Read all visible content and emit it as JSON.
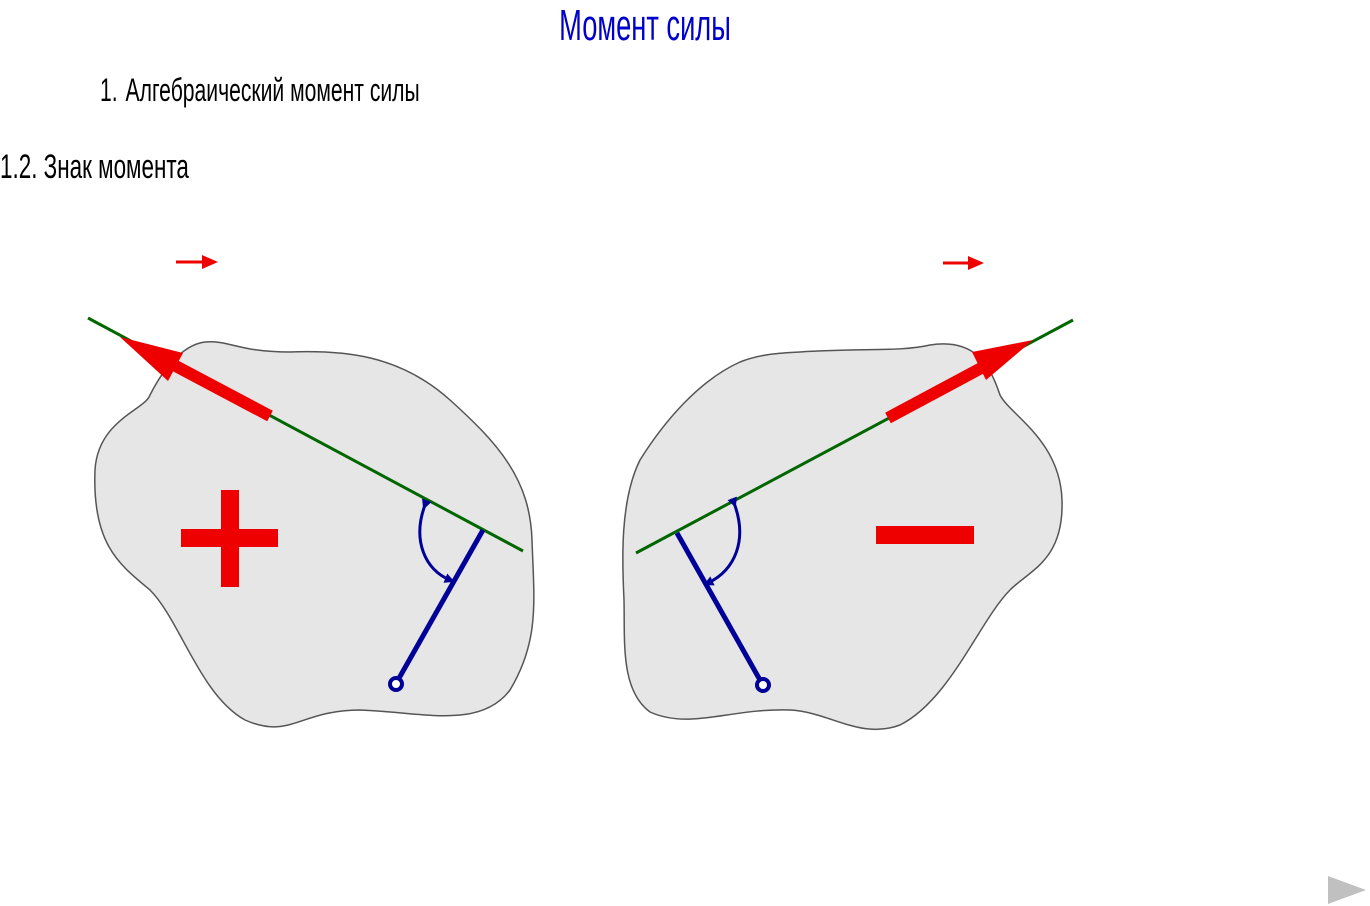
{
  "title": "Момент силы",
  "section": {
    "number": "1.",
    "label": "Алгебраический момент силы"
  },
  "subsection": {
    "label": "1.2. Знак момента"
  },
  "colors": {
    "title": "#0000cc",
    "force": "#ee0000",
    "line_of_action": "#006600",
    "arm": "#000099",
    "body_fill": "#e6e6e6",
    "body_stroke": "#555555",
    "nav": "#c0c0c0"
  },
  "figures": [
    {
      "sign": "plus",
      "rotation": "counterclockwise"
    },
    {
      "sign": "minus",
      "rotation": "clockwise"
    }
  ],
  "navigation": {
    "next_icon": "play-triangle-icon"
  }
}
